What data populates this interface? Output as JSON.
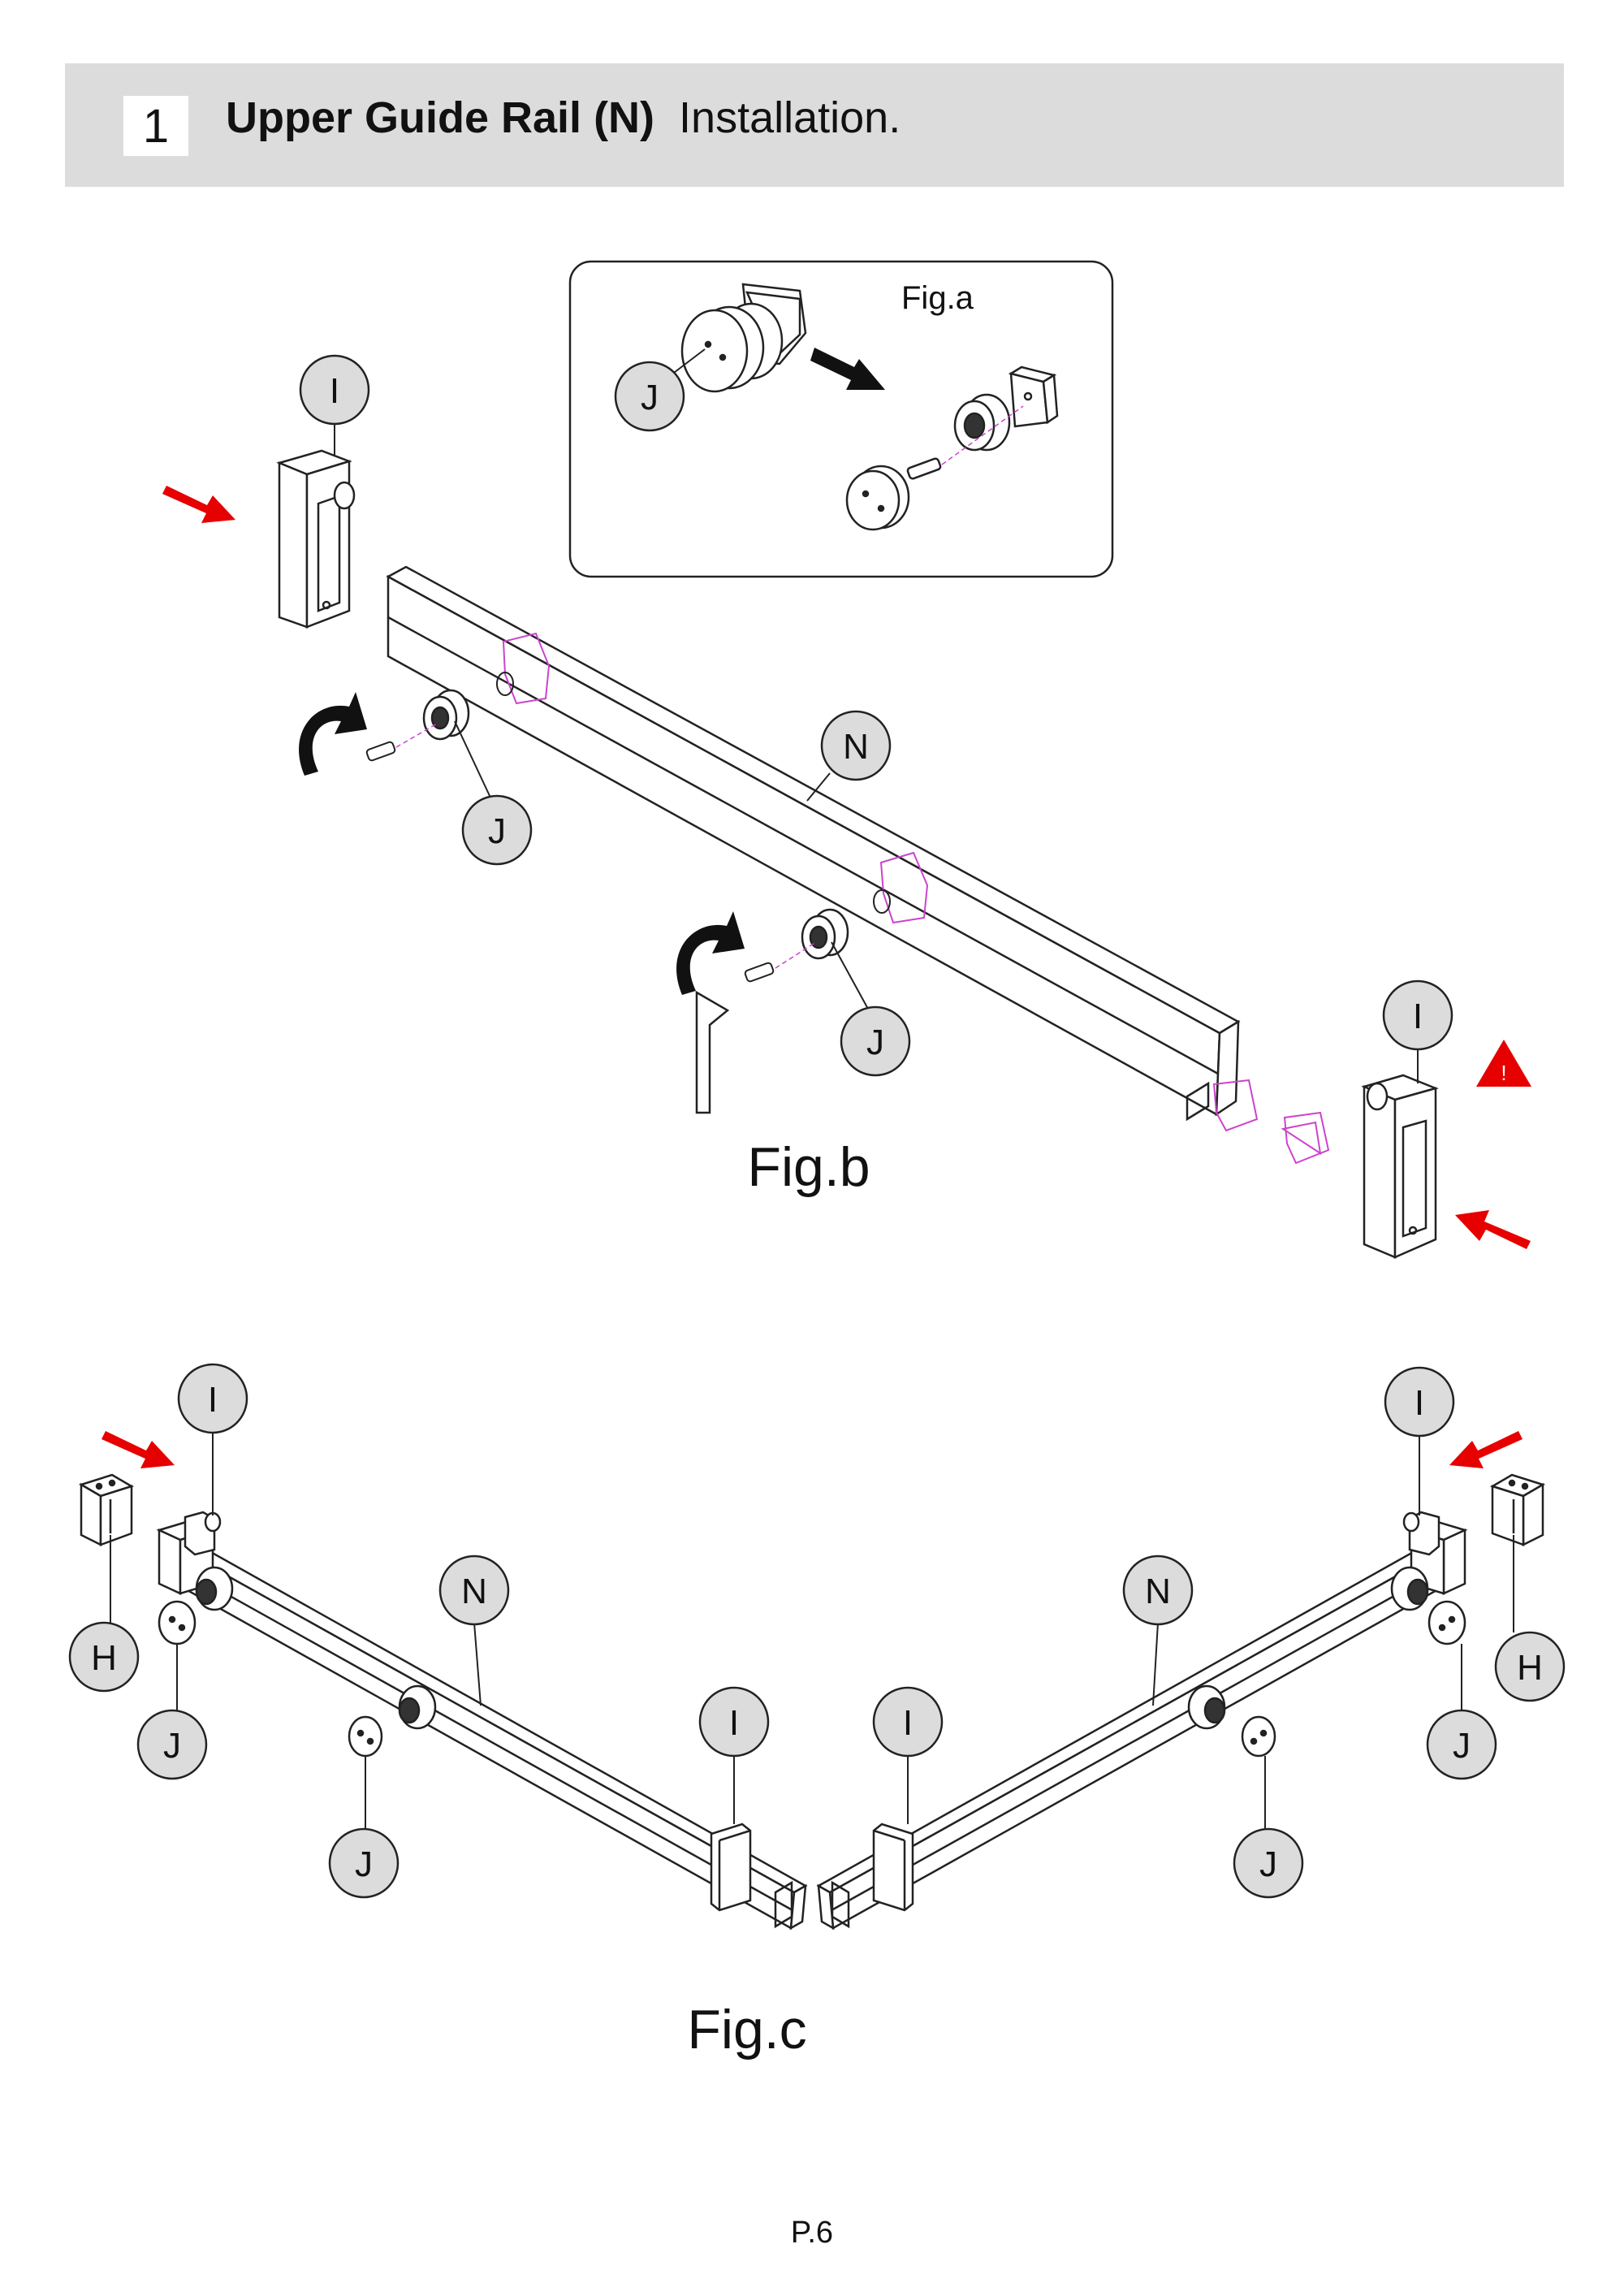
{
  "header": {
    "step_number": "1",
    "title_bold": "Upper Guide Rail (N)",
    "title_regular": "Installation."
  },
  "figures": {
    "fig_a": "Fig.a",
    "fig_b": "Fig.b",
    "fig_c": "Fig.c"
  },
  "part_labels": {
    "rail": "N",
    "end_bracket": "I",
    "roller": "J",
    "end_cap": "H"
  },
  "warning_symbol": "!",
  "page_number": "P.6",
  "colors": {
    "header_background": "#dcdcdc",
    "arrow_red": "#e60000",
    "hidden_part_magenta": "#cc44cc",
    "label_circle_fill": "#dcdcdc"
  }
}
